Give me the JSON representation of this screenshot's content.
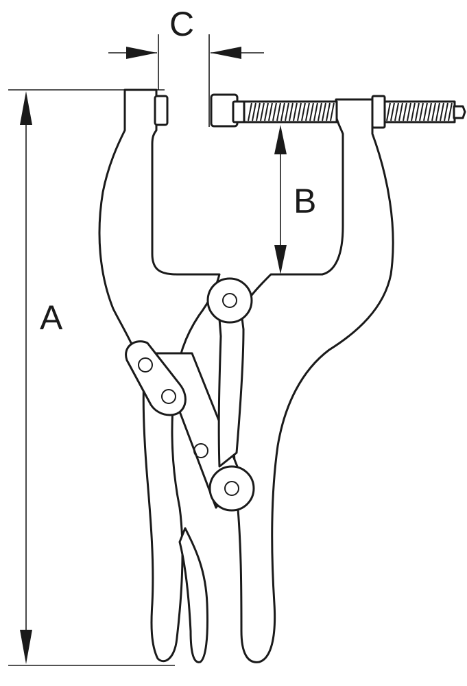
{
  "labels": {
    "a": "A",
    "b": "B",
    "c": "C"
  },
  "colors": {
    "line": "#1a1a1a",
    "background": "#ffffff"
  }
}
